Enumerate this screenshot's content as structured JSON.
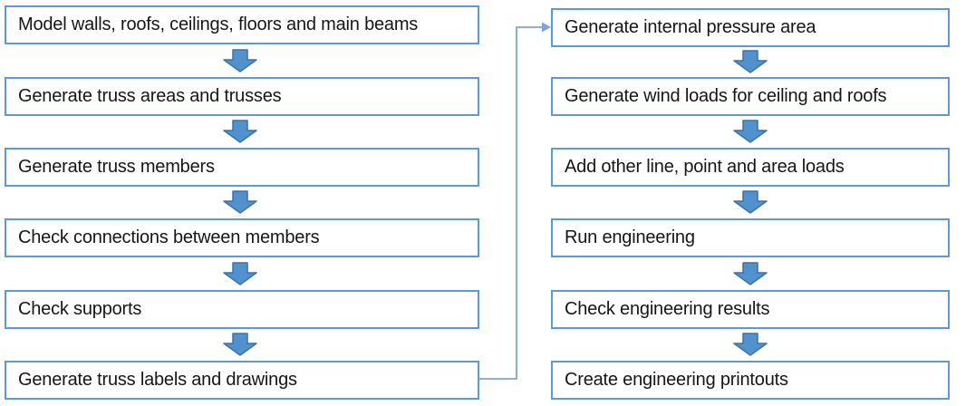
{
  "diagram": {
    "type": "flowchart",
    "description": "Two-column top-down workflow; left column step 6 connects via elbow connector to right column step 1",
    "colors": {
      "box_border": "#5B9BD5",
      "box_fill": "#FFFFFF",
      "text_color": "#161616",
      "arrow_fill": "#5191CE",
      "arrow_stroke": "#3F71A3",
      "connector": "#7CA6DB",
      "bg": "#FFFFFF"
    },
    "left_column": {
      "steps": [
        {
          "label": "Model walls, roofs, ceilings, floors and main beams"
        },
        {
          "label": "Generate truss areas and trusses"
        },
        {
          "label": "Generate truss members"
        },
        {
          "label": "Check connections between members"
        },
        {
          "label": "Check supports"
        },
        {
          "label": "Generate truss labels and drawings"
        }
      ]
    },
    "right_column": {
      "steps": [
        {
          "label": "Generate internal pressure area"
        },
        {
          "label": "Generate wind loads for ceiling and roofs"
        },
        {
          "label": "Add other line, point and area loads"
        },
        {
          "label": "Run engineering"
        },
        {
          "label": "Check engineering results"
        },
        {
          "label": "Create engineering printouts"
        }
      ]
    },
    "cross_connector": {
      "from": "Generate truss labels and drawings",
      "to": "Generate internal pressure area"
    }
  }
}
